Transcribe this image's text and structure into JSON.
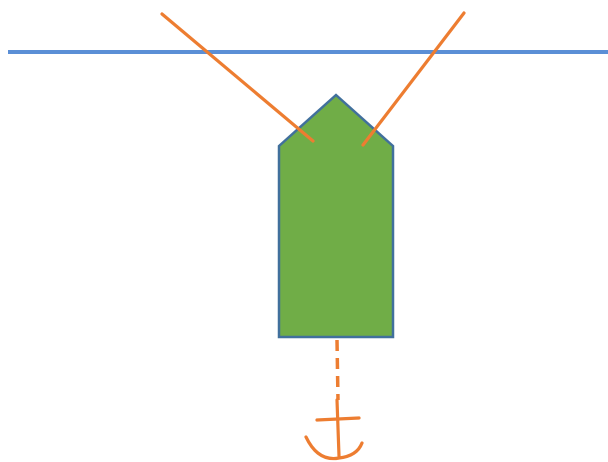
{
  "diagram": {
    "colors": {
      "background": "#ffffff",
      "surface_line": "#5b8fd6",
      "lines": "#ed7d31",
      "hull_fill": "#70ad47",
      "hull_stroke": "#41709c"
    },
    "elements": [
      {
        "id": "surface-line",
        "kind": "horizontal line"
      },
      {
        "id": "left-rope",
        "kind": "line"
      },
      {
        "id": "right-rope",
        "kind": "line"
      },
      {
        "id": "boat-hull",
        "kind": "pentagon",
        "orientation": "pointing up"
      },
      {
        "id": "anchor-chain",
        "kind": "dashed line"
      },
      {
        "id": "anchor-icon",
        "kind": "anchor"
      }
    ]
  }
}
